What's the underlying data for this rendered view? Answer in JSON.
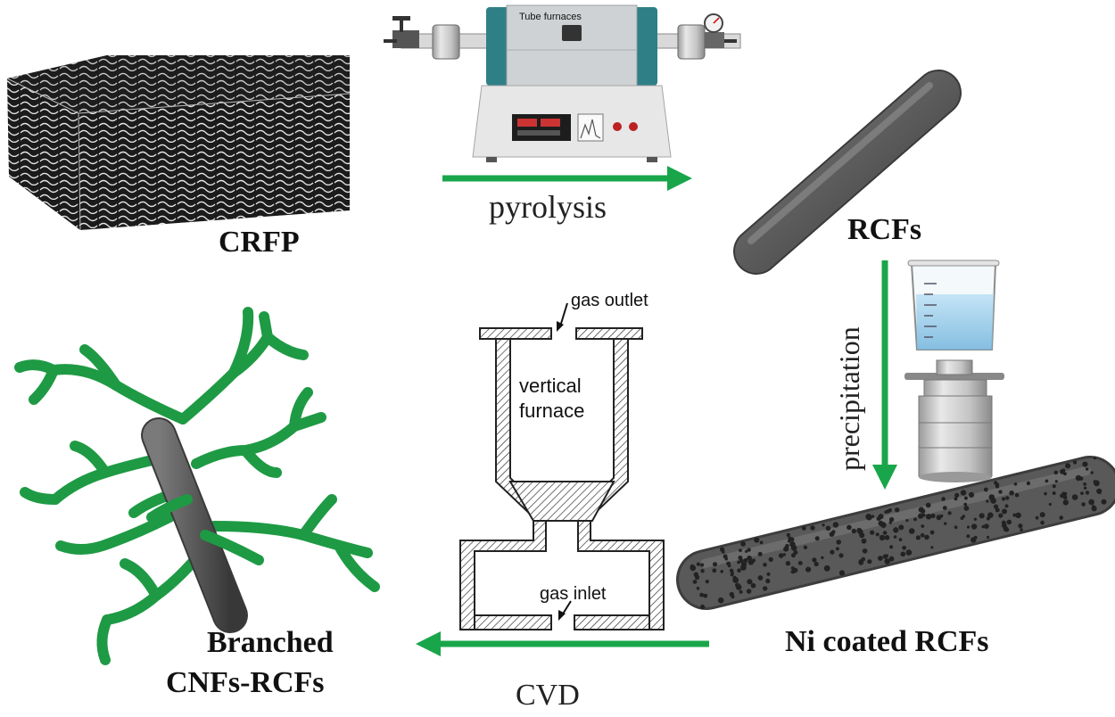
{
  "labels": {
    "crfp": "CRFP",
    "rcfs": "RCFs",
    "ni_coated": "Ni coated RCFs",
    "branched_line1": "Branched",
    "branched_line2": "CNFs-RCFs"
  },
  "steps": {
    "pyrolysis": "pyrolysis",
    "precipitation": "precipitation",
    "cvd": "CVD"
  },
  "furnace": {
    "tube_label": "Tube furnaces",
    "gas_outlet": "gas outlet",
    "gas_inlet": "gas inlet",
    "vertical_line1": "vertical",
    "vertical_line2": "furnace"
  },
  "colors": {
    "arrow": "#19a64a",
    "branch": "#1e9a44",
    "rod": "#5b5b5b",
    "furnace_teal": "#2f7f86"
  },
  "icons": [
    "crfp-block-icon",
    "tube-furnace-icon",
    "rcf-rod-icon",
    "beaker-icon",
    "autoclave-icon",
    "ni-coated-rod-icon",
    "vertical-furnace-icon",
    "branched-fiber-icon"
  ]
}
